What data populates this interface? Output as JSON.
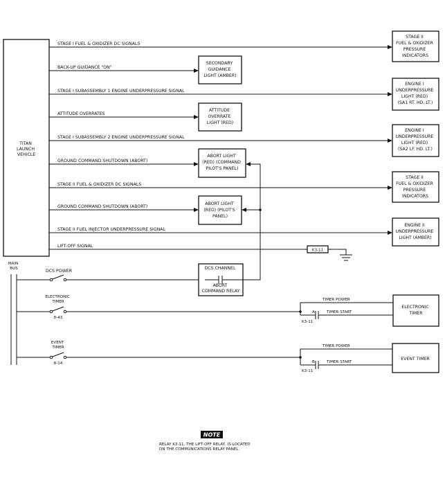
{
  "launch_vehicle": [
    "TITAN",
    "LAUNCH",
    "VEHICLE"
  ],
  "main_bus": [
    "MAIN",
    "BUS"
  ],
  "signals": {
    "s1": "STAGE I FUEL & OXIDIZER DC SIGNALS",
    "s2": "BACK-UP GUIDANCE \"ON\"",
    "s3": "STAGE I SUBASSEMBLY 1 ENGINE UNDERPRESSURE SIGNAL",
    "s4": "ATTITUDE OVERRATES",
    "s5": "STAGE I SUBASSEMBLY 2 ENGINE UNDERPRESSURE SIGNAL",
    "s6": "GROUND COMMAND SHUTDOWN (ABORT)",
    "s7": "STAGE II FUEL & OXIDIZER DC SIGNALS",
    "s8": "GROUND COMMAND SHUTDOWN (ABORT)",
    "s9": "STAGE II FUEL INJECTOR UNDERPRESSURE SIGNAL",
    "s10": "LIFT-OFF SIGNAL"
  },
  "indicators": {
    "stage2_fuel_top": [
      "STAGE II",
      "FUEL & OXIDIZER",
      "PRESSURE",
      "INDICATORS"
    ],
    "secondary_guidance": [
      "SECONDARY",
      "GUIDANCE",
      "LIGHT (AMBER)"
    ],
    "engine1_sa1": [
      "ENGINE I",
      "UNDERPRESSURE",
      "LIGHT (RED)",
      "(SA1 RT. HD. LT.)"
    ],
    "attitude_overrate": [
      "ATTITUDE",
      "OVERRATE",
      "LIGHT (RED)"
    ],
    "engine1_sa2": [
      "ENGINE I",
      "UNDERPRESSURE",
      "LIGHT (RED)",
      "(SA2 LF. HD. LT.)"
    ],
    "abort_command": [
      "ABORT LIGHT",
      "(RED) (COMMAND",
      "PILOT'S PANEL)"
    ],
    "stage2_fuel_mid": [
      "STAGE II",
      "FUEL & OXIDIZER",
      "PRESSURE",
      "INDICATORS"
    ],
    "abort_pilot": [
      "ABORT LIGHT",
      "(RED) (PILOT'S",
      "PANEL)"
    ],
    "engine2": [
      "ENGINE II",
      "UNDERPRESSURE",
      "LIGHT (AMBER)"
    ]
  },
  "relay_k311": "K3-11",
  "dcs": {
    "power_label": "DCS POWER",
    "relay_box": [
      "DCS CHANNEL",
      "ABORT",
      "COMMAND RELAY"
    ]
  },
  "electronic_timer": {
    "breaker_label": [
      "ELECTRONIC",
      "TIMER"
    ],
    "breaker_id": "8-43",
    "power": "TIMER POWER",
    "start": "TIMER START",
    "contact": "A",
    "relay": "K3-11",
    "box": [
      "ELECTRONIC",
      "TIMER"
    ]
  },
  "event_timer": {
    "breaker_label": [
      "EVENT",
      "TIMER"
    ],
    "breaker_id": "8-14",
    "power": "TIMER POWER",
    "start": "TIMER START",
    "contact": "B",
    "relay": "K3-11",
    "box": [
      "EVENT TIMER"
    ]
  },
  "note": {
    "tag": "NOTE",
    "lines": [
      "RELAY K3-11, THE LIFT-OFF RELAY, IS LOCATED",
      "ON THE COMMUNICATIONS RELAY PANEL."
    ]
  }
}
